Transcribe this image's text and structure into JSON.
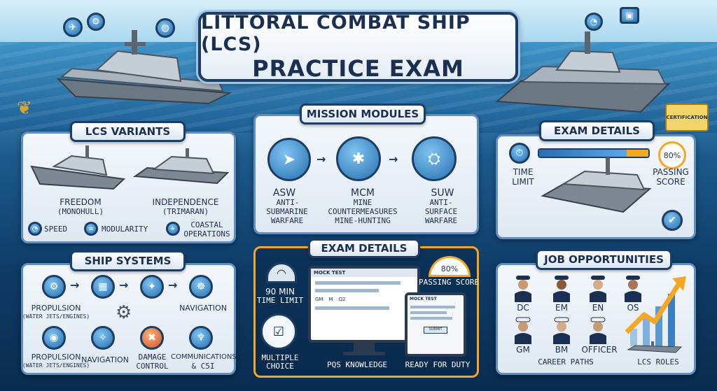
{
  "title": {
    "line1": "LITTORAL COMBAT SHIP (LCS)",
    "line2": "PRACTICE EXAM"
  },
  "variants": {
    "header": "LCS VARIANTS",
    "freedom": "FREEDOM",
    "freedom_sub": "(MONOHULL)",
    "independence": "INDEPENDENCE",
    "independence_sub": "(TRIMARAN)",
    "speed": "SPEED",
    "modularity": "MODULARITY",
    "coastal": "COASTAL",
    "operations": "OPERATIONS"
  },
  "modules": {
    "header": "MISSION MODULES",
    "asw": "ASW",
    "asw_d1": "ANTI-",
    "asw_d2": "SUBMARINE",
    "asw_d3": "WARFARE",
    "mcm": "MCM",
    "mcm_d1": "MINE",
    "mcm_d2": "COUNTERMEASURES",
    "mcm_d3": "MINE-HUNTING",
    "suw": "SUW",
    "suw_d1": "ANTI-",
    "suw_d2": "SURFACE",
    "suw_d3": "WARFARE"
  },
  "exam_top": {
    "header": "EXAM DETAILS",
    "time": "TIME",
    "limit": "LIMIT",
    "progress_pct": 80,
    "pct_label": "80%",
    "passing": "PASSING",
    "score": "SCORE"
  },
  "systems": {
    "header": "SHIP SYSTEMS",
    "prop1": "PROPULSION",
    "prop1_sub": "(WATER JETS/ENGINES)",
    "nav1": "NAVIGATION",
    "prop2": "PROPULSION",
    "prop2_sub": "(WATER JETS/ENGINES)",
    "nav2": "NAVIGATION",
    "dmg1": "DAMAGE",
    "dmg2": "CONTROL",
    "comm1": "COMMUNICATIONS",
    "comm2": "& C5I"
  },
  "exam_mid": {
    "header": "EXAM DETAILS",
    "time1": "90 MIN",
    "time2": "TIME LIMIT",
    "pass_pct": "80%",
    "pass_lbl": "PASSING SCORE",
    "mock1": "MOCK TEST",
    "mock2": "MOCK TEST",
    "mc1": "MULTIPLE",
    "mc2": "CHOICE",
    "pqs": "PQS KNOWLEDGE",
    "ready": "READY FOR DUTY",
    "opt_a": "GM",
    "opt_b": "M",
    "opt_c": "Q2",
    "submit": "SUBMIT"
  },
  "jobs": {
    "header": "JOB OPPORTUNITIES",
    "roles": [
      "DC",
      "EM",
      "EN",
      "OS",
      "GM",
      "BM",
      "OFFICER"
    ],
    "career": "CAREER PATHS",
    "lcs_roles": "LCS ROLES"
  },
  "badge": "CERTIFICATION",
  "colors": {
    "navy": "#1b3d66",
    "accent": "#f5a623",
    "panel_border": "#5d8fc0"
  }
}
